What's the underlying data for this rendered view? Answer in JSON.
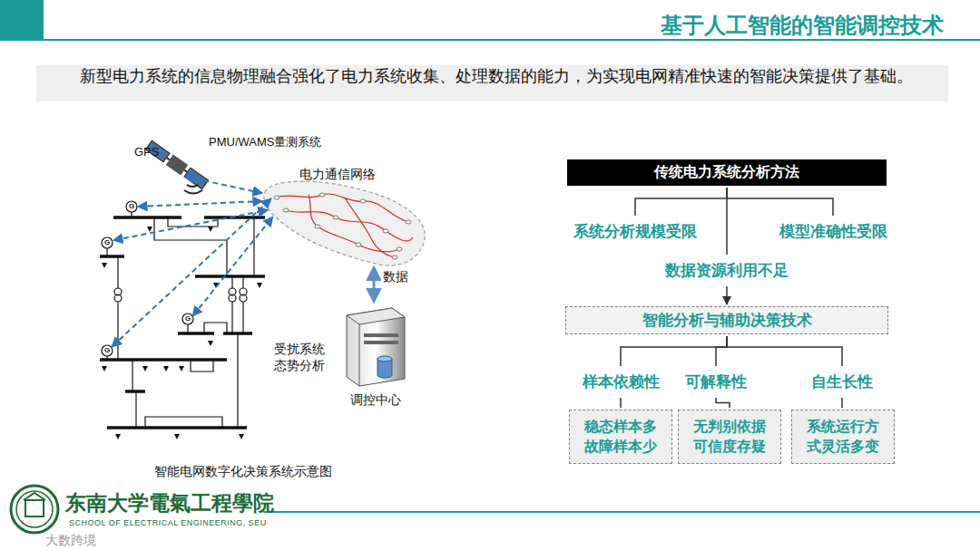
{
  "diagram": {
    "title": "基于人工智能的智能调控技术",
    "caption": "智能电网数字化决策系统示意图",
    "nodes": [
      {
        "text": [
          "新型电力系统的信息物理融合强化了电力系统收集、处理数据的能力，为实现电网精准快速的智能决策提供了基础。"
        ]
      },
      {
        "text": [
          "传统电力系统分析方法"
        ]
      },
      {
        "text": [
          "系统分析规模受限"
        ]
      },
      {
        "text": [
          "模型准确性受限"
        ]
      },
      {
        "text": [
          "数据资源利用不足"
        ]
      },
      {
        "text": [
          "智能分析与辅助决策技术"
        ]
      },
      {
        "text": [
          "样本依赖性"
        ]
      },
      {
        "text": [
          "可解释性"
        ]
      },
      {
        "text": [
          "自生长性"
        ]
      },
      {
        "text": [
          "稳态样本多 故障样本少"
        ]
      },
      {
        "text": [
          "无判别依据 可信度存疑"
        ]
      },
      {
        "text": [
          "系统运行方 式灵活多变"
        ]
      }
    ],
    "edges": [
      {
        "from": 1,
        "to": 2,
        "arrow": "none"
      },
      {
        "from": 1,
        "to": 3,
        "arrow": "none"
      },
      {
        "from": 1,
        "to": 4,
        "arrow": "none"
      },
      {
        "from": 4,
        "to": 5,
        "arrow": "to"
      },
      {
        "from": 5,
        "to": 6,
        "arrow": "none"
      },
      {
        "from": 5,
        "to": 7,
        "arrow": "none"
      },
      {
        "from": 5,
        "to": 8,
        "arrow": "none"
      },
      {
        "from": 6,
        "to": 9,
        "arrow": "none"
      },
      {
        "from": 7,
        "to": 10,
        "arrow": "none"
      },
      {
        "from": 8,
        "to": 11,
        "arrow": "none"
      }
    ],
    "labels": [
      "GPS",
      "PMU/WAMS量测系统",
      "电力通信网络",
      "数据",
      "受扰系统 态势分析",
      "调控中心",
      "G",
      "G",
      "G",
      "G",
      "东南大学電氣工程學院",
      "SCHOOL OF ELECTRICAL ENGINEERING, SEU",
      "大数跨境"
    ]
  }
}
